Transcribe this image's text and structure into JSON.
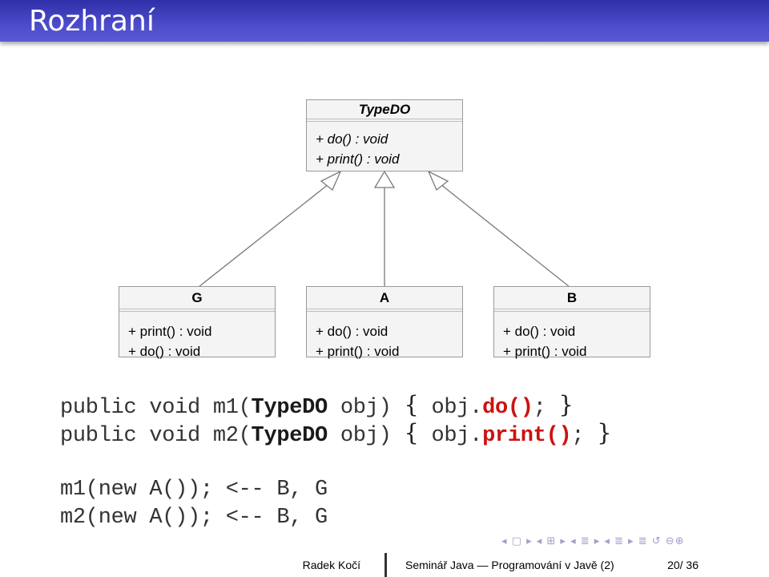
{
  "slide": {
    "title": "Rozhraní"
  },
  "diagram": {
    "interface": {
      "name": "TypeDO",
      "ops": [
        "+ do() : void",
        "+ print() : void"
      ]
    },
    "classes": [
      {
        "name": "G",
        "ops": [
          "+ print() : void",
          "+ do() : void"
        ]
      },
      {
        "name": "A",
        "ops": [
          "+ do() : void",
          "+ print() : void"
        ]
      },
      {
        "name": "B",
        "ops": [
          "+ do() : void",
          "+ print() : void"
        ]
      }
    ]
  },
  "code": {
    "line1": {
      "prefix": "public void m1(",
      "type": "TypeDO",
      "mid": " obj) ",
      "brace_open": "{",
      "call_pre": " obj.",
      "method": "do()",
      "call_post": "; ",
      "brace_close": "}"
    },
    "line2": {
      "prefix": "public void m2(",
      "type": "TypeDO",
      "mid": " obj) ",
      "brace_open": "{",
      "call_pre": " obj.",
      "method": "print()",
      "call_post": "; ",
      "brace_close": "}"
    },
    "line3": "m1(new A()); <-- B, G",
    "line4": "m2(new A()); <-- B, G"
  },
  "nav": {
    "icons": "◂ ▢ ▸ ◂ ⊞ ▸ ◂ ≣ ▸ ◂ ≣ ▸   ≣   ↺ ⊖⊕"
  },
  "footer": {
    "author": "Radek Kočí",
    "course": "Seminář Java — Programování v Javě (2)",
    "page": "20/ 36"
  }
}
